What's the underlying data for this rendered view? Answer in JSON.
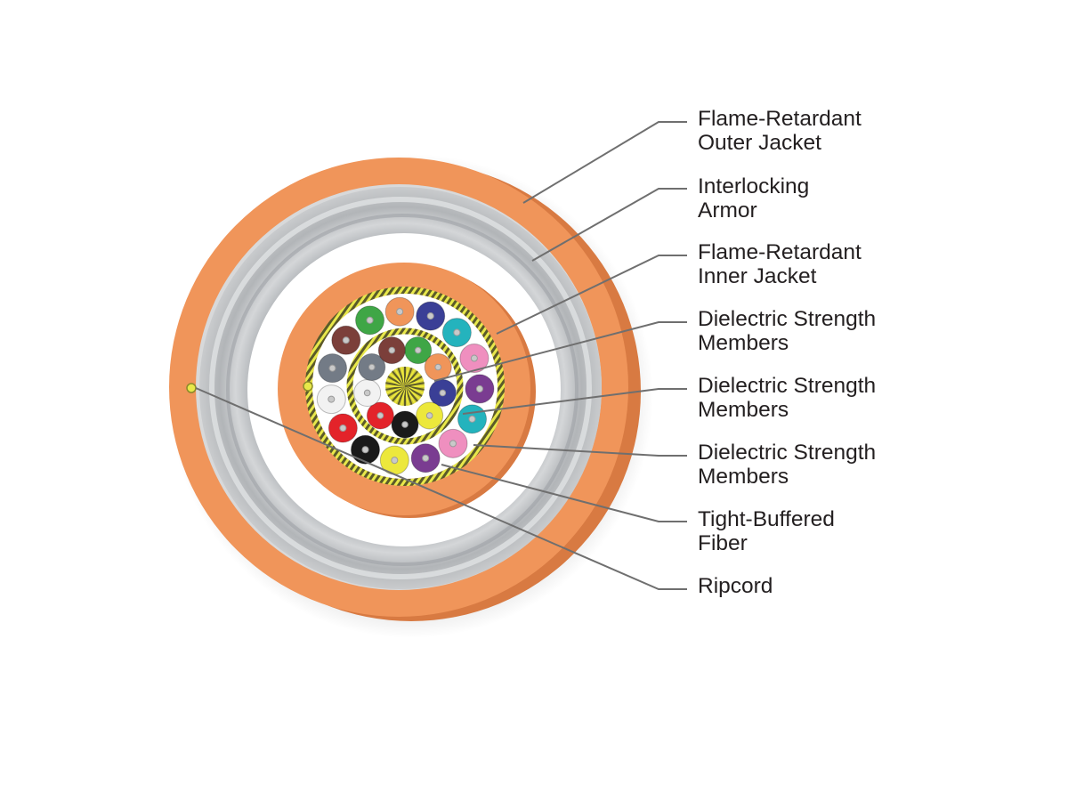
{
  "diagram": {
    "colors": {
      "jacket_orange": "#f0955a",
      "jacket_shadow": "#d87a42",
      "armor_gray": "#b9bcbe",
      "leader_line": "#6f6f6f",
      "fiber_colors": {
        "blue": "#3a3f96",
        "orange": "#f0955a",
        "green": "#3fa646",
        "brown": "#7b3f3a",
        "slate": "#737b86",
        "white": "#f2f2f2",
        "red": "#e3232a",
        "black": "#1a1a1a",
        "yellow": "#ece83c",
        "violet": "#7a3c91",
        "rose": "#ef8fbf",
        "aqua": "#24b3bd"
      }
    },
    "labels": [
      {
        "id": "outer-jacket",
        "lines": [
          "Flame-Retardant",
          "Outer Jacket"
        ]
      },
      {
        "id": "interlocking-armor",
        "lines": [
          "Interlocking",
          "Armor"
        ]
      },
      {
        "id": "inner-jacket",
        "lines": [
          "Flame-Retardant",
          "Inner Jacket"
        ]
      },
      {
        "id": "strength-members-1",
        "lines": [
          "Dielectric Strength",
          "Members"
        ]
      },
      {
        "id": "strength-members-2",
        "lines": [
          "Dielectric Strength",
          "Members"
        ]
      },
      {
        "id": "strength-members-3",
        "lines": [
          "Dielectric Strength",
          "Members"
        ]
      },
      {
        "id": "tight-buffered-fiber",
        "lines": [
          "Tight-Buffered",
          "Fiber"
        ]
      },
      {
        "id": "ripcord",
        "lines": [
          "Ripcord"
        ]
      }
    ]
  }
}
